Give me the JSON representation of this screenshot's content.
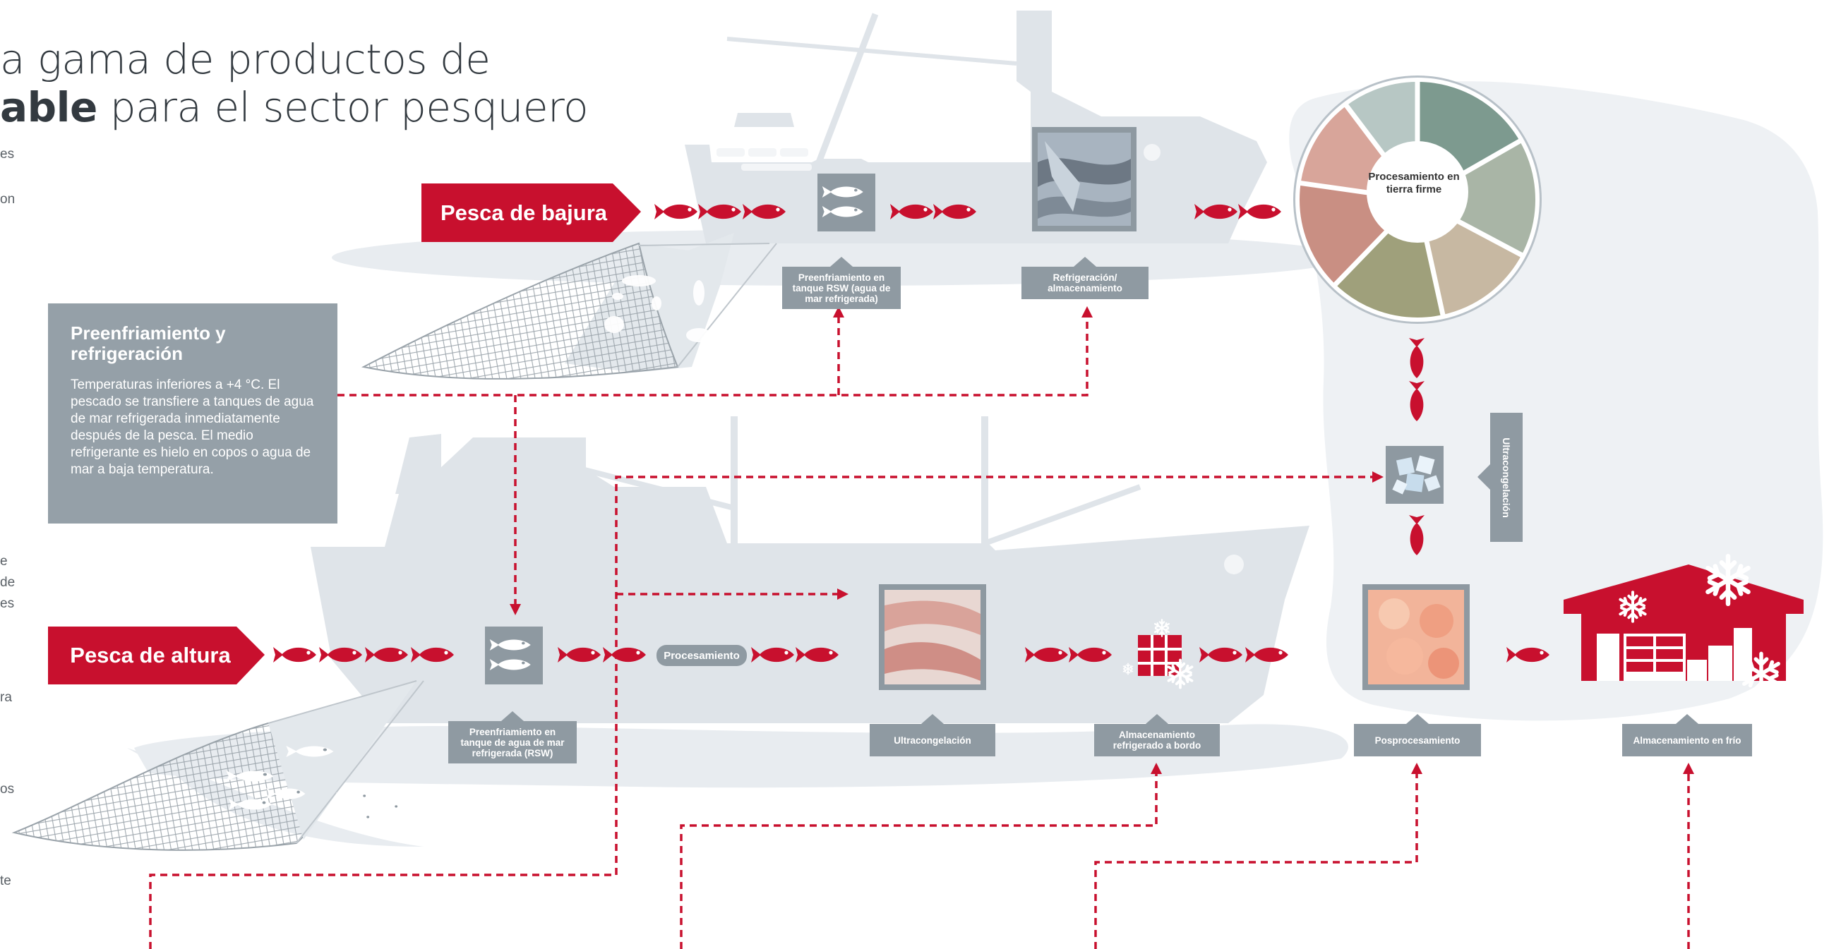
{
  "title": {
    "line1": "a gama de productos de",
    "line2_bold": "able",
    "line2_rest": " para el sector pesquero"
  },
  "left_fragments": [
    "es",
    "on",
    "e",
    "de",
    "es",
    "ra",
    "os",
    "te"
  ],
  "banners": {
    "bajura": "Pesca de bajura",
    "altura": "Pesca de altura"
  },
  "infobox": {
    "heading": "Preenfriamiento y refrigeración",
    "body": "Temperaturas inferiores a +4 °C. El pescado se transfiere a tanques de agua de mar refrigerada inmediatamente después de la pesca. El medio refrigerante es hielo en copos o agua de mar a baja temperatura."
  },
  "labels": {
    "rsw_top": "Preenfriamiento en tanque RSW (agua de mar refrigerada)",
    "refrigeracion": "Refrigeración/ almacenamiento",
    "rsw_bottom": "Preenfriamiento en tanque de agua de mar refrigerada (RSW)",
    "procesamiento": "Procesamiento",
    "ultracongelacion": "Ultracongelación",
    "almacenamiento_bordo": "Almacenamiento refrigerado a bordo",
    "posprocesamiento": "Posprocesamiento",
    "almacenamiento_frio": "Almacenamiento en frío",
    "ultracongelacion_vertical": "Ultracongelación",
    "procesamiento_tierra": "Procesamiento en tierra firme"
  },
  "colors": {
    "red": "#c8102e",
    "ship_gray": "#dfe4e9",
    "label_gray": "#8f9aa2",
    "info_gray": "#95a0a8",
    "photo_frame": "#8e99a1"
  }
}
